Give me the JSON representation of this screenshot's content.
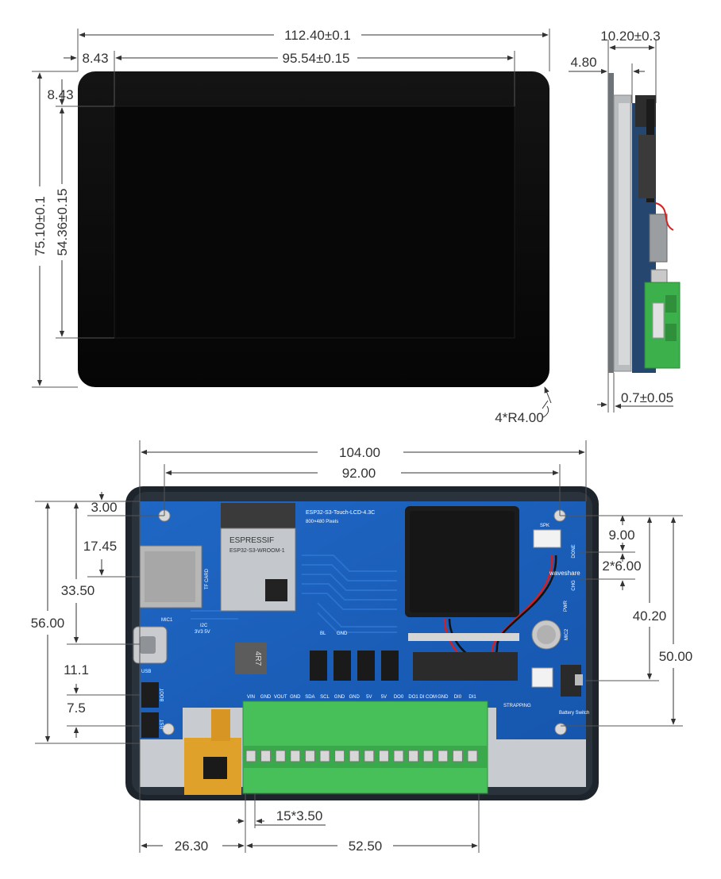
{
  "front_view": {
    "overall_width": "112.40±0.1",
    "active_width": "95.54±0.15",
    "left_margin": "8.43",
    "top_margin": "8.43",
    "overall_height": "75.10±0.1",
    "active_height": "54.36±0.15",
    "corner_radius": "4*R4.00"
  },
  "side_view": {
    "thickness": "10.20±0.3",
    "glass_offset": "4.80",
    "glass_thickness": "0.7±0.05"
  },
  "back_view": {
    "board_width": "104.00",
    "hole_spacing_x": "92.00",
    "hole_offset_top": "3.00",
    "tf_offset": "17.45",
    "usb_offset": "33.50",
    "board_height": "56.00",
    "usb_height": "11.1",
    "button_pitch": "7.5",
    "right_hole_offset": "9.00",
    "connector_pitch": "2*6.00",
    "right_height_1": "40.20",
    "right_height_2": "50.00",
    "terminal_pitch": "15*3.50",
    "terminal_left_offset": "26.30",
    "terminal_span": "52.50"
  },
  "board_labels": {
    "product_name": "ESP32-S3-Touch-LCD-4.3C",
    "resolution": "800×480 Pixels",
    "module_brand": "ESPRESSIF",
    "module_model": "ESP32-S3-WROOM-1",
    "inductor": "4R7",
    "brand": "waveshare",
    "tf_card": "TF CARD",
    "mic": "MIC1",
    "i2c": "I2C",
    "i2c_voltage": "3V3 5V",
    "usb": "USB",
    "boot": "BOOT",
    "reset": "RST",
    "spk": "SPK",
    "done": "DONE",
    "chg": "CHG",
    "pwr": "PWR",
    "mic2": "MIC2",
    "battery_switch": "Battery Switch",
    "strapping": "STRAPPING",
    "bl": "BL",
    "gnd": "GND"
  },
  "terminal_pins": [
    "VIN",
    "GND",
    "VOUT",
    "GND",
    "SDA",
    "SCL",
    "GND",
    "GND",
    "5V",
    "5V",
    "DO0",
    "DO1",
    "DI COM",
    "GND",
    "DI0",
    "DI1"
  ]
}
